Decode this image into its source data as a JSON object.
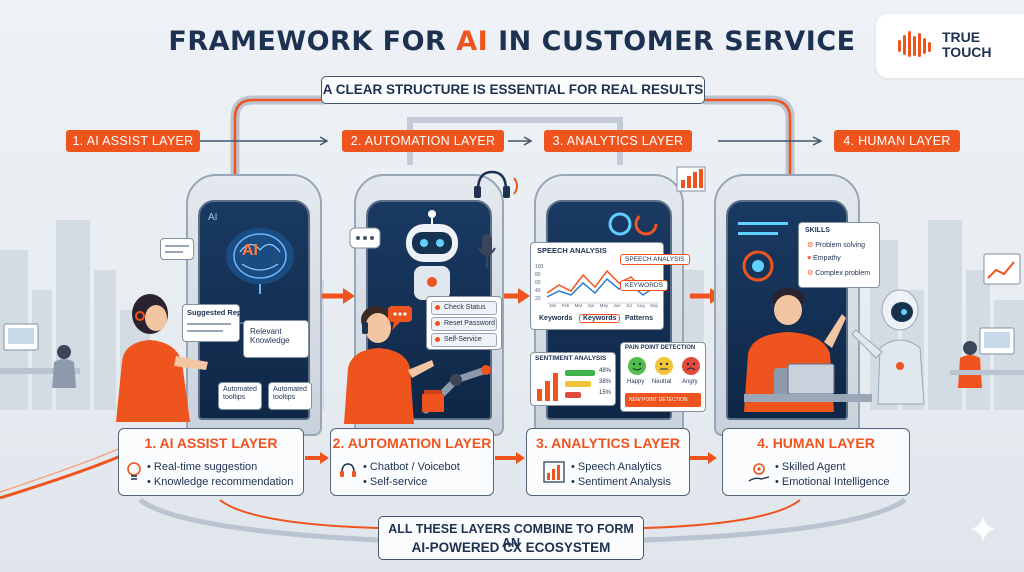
{
  "title": {
    "prefix": "FRAMEWORK FOR ",
    "highlight": "AI",
    "suffix": " IN CUSTOMER SERVICE"
  },
  "subtitle": "A CLEAR STRUCTURE IS ESSENTIAL FOR REAL RESULTS",
  "logo": {
    "line1": "TRUE",
    "line2": "TOUCH"
  },
  "layers": [
    {
      "label": "1. AI ASSIST LAYER",
      "title": "1. AI ASSIST LAYER",
      "items": [
        "Real-time suggestion",
        "Knowledge recommendation"
      ]
    },
    {
      "label": "2. AUTOMATION LAYER",
      "title": "2. AUTOMATION LAYER",
      "items": [
        "Chatbot / Voicebot",
        "Self-service"
      ]
    },
    {
      "label": "3. ANALYTICS LAYER",
      "title": "3. ANALYTICS LAYER",
      "items": [
        "Speech Analytics",
        "Sentiment Analysis"
      ]
    },
    {
      "label": "4. HUMAN LAYER",
      "title": "4. HUMAN LAYER",
      "items": [
        "Skilled Agent",
        "Emotional Intelligence"
      ]
    }
  ],
  "assist_screen": {
    "ai_small": "AI",
    "ai_big": "AI",
    "suggested_reply": "Suggested Reply",
    "relevant_knowledge": "Relevant Knowledge",
    "tooltip1": "Automated tooltips",
    "tooltip2": "Automated tooltips"
  },
  "automation_screen": {
    "options": [
      "Check Status",
      "Reset Password",
      "Self-Service"
    ]
  },
  "analytics_screen": {
    "speech_title": "SPEECH ANALYSIS",
    "speech_callout": "SPEECH ANALYSIS",
    "keywords_callout": "KEYWORDS",
    "filters": [
      "Keywords",
      "Keywords",
      "Patterns"
    ],
    "y_ticks": [
      "100",
      "80",
      "60",
      "40",
      "20"
    ],
    "x_ticks": [
      "Jan",
      "Feb",
      "Mar",
      "Apr",
      "May",
      "Jun",
      "Jul",
      "Aug",
      "Sep"
    ],
    "sentiment_title": "SENTIMENT ANALYSIS",
    "sentiment_values": [
      "48%",
      "38%",
      "15%"
    ],
    "pain_title": "PAIN POINT DETECTION",
    "faces": [
      "Happy",
      "Neutral",
      "Angry"
    ],
    "pain_alert": "NEW POINT DETECTION"
  },
  "human_screen": {
    "skills_title": "SKILLS",
    "skills": [
      "Problem solving",
      "Empathy",
      "Complex problem"
    ]
  },
  "banner": {
    "line1": "ALL THESE LAYERS COMBINE TO FORM AN",
    "line2": "AI-POWERED CX ECOSYSTEM"
  },
  "colors": {
    "accent": "#f0541e",
    "navy": "#1d3150",
    "screen": "#15335a",
    "frame": "#c9d2dc"
  }
}
